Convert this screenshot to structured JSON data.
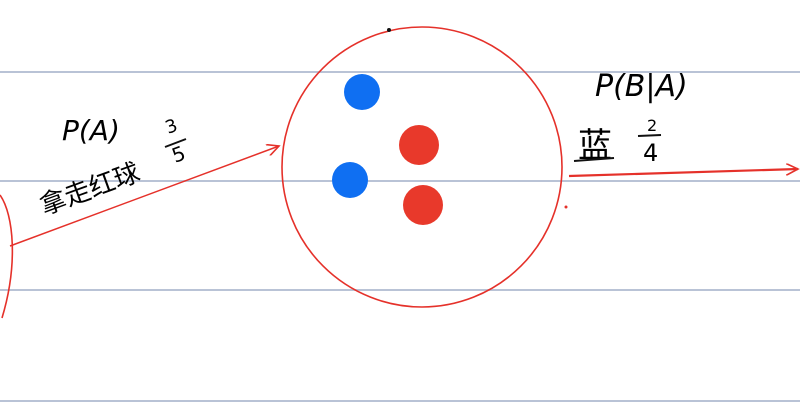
{
  "colors": {
    "paper": "#ffffff",
    "ruled_line": "#b9c3d6",
    "ink_red": "#e5312a",
    "ink_black": "#111111",
    "ball_blue": "#0f6ff2",
    "ball_red": "#e8392b"
  },
  "icons": {
    "arrow_head": "arrowhead-icon"
  },
  "labels": {
    "left_title": "P(A)",
    "left_text": "拿走红球",
    "left_frac_num": "3",
    "left_frac_den": "5",
    "right_title": "P(B|A)",
    "right_text": "蓝",
    "right_frac_num": "2",
    "right_frac_den": "4"
  },
  "balls": {
    "blue_count": 2,
    "red_count": 2
  }
}
